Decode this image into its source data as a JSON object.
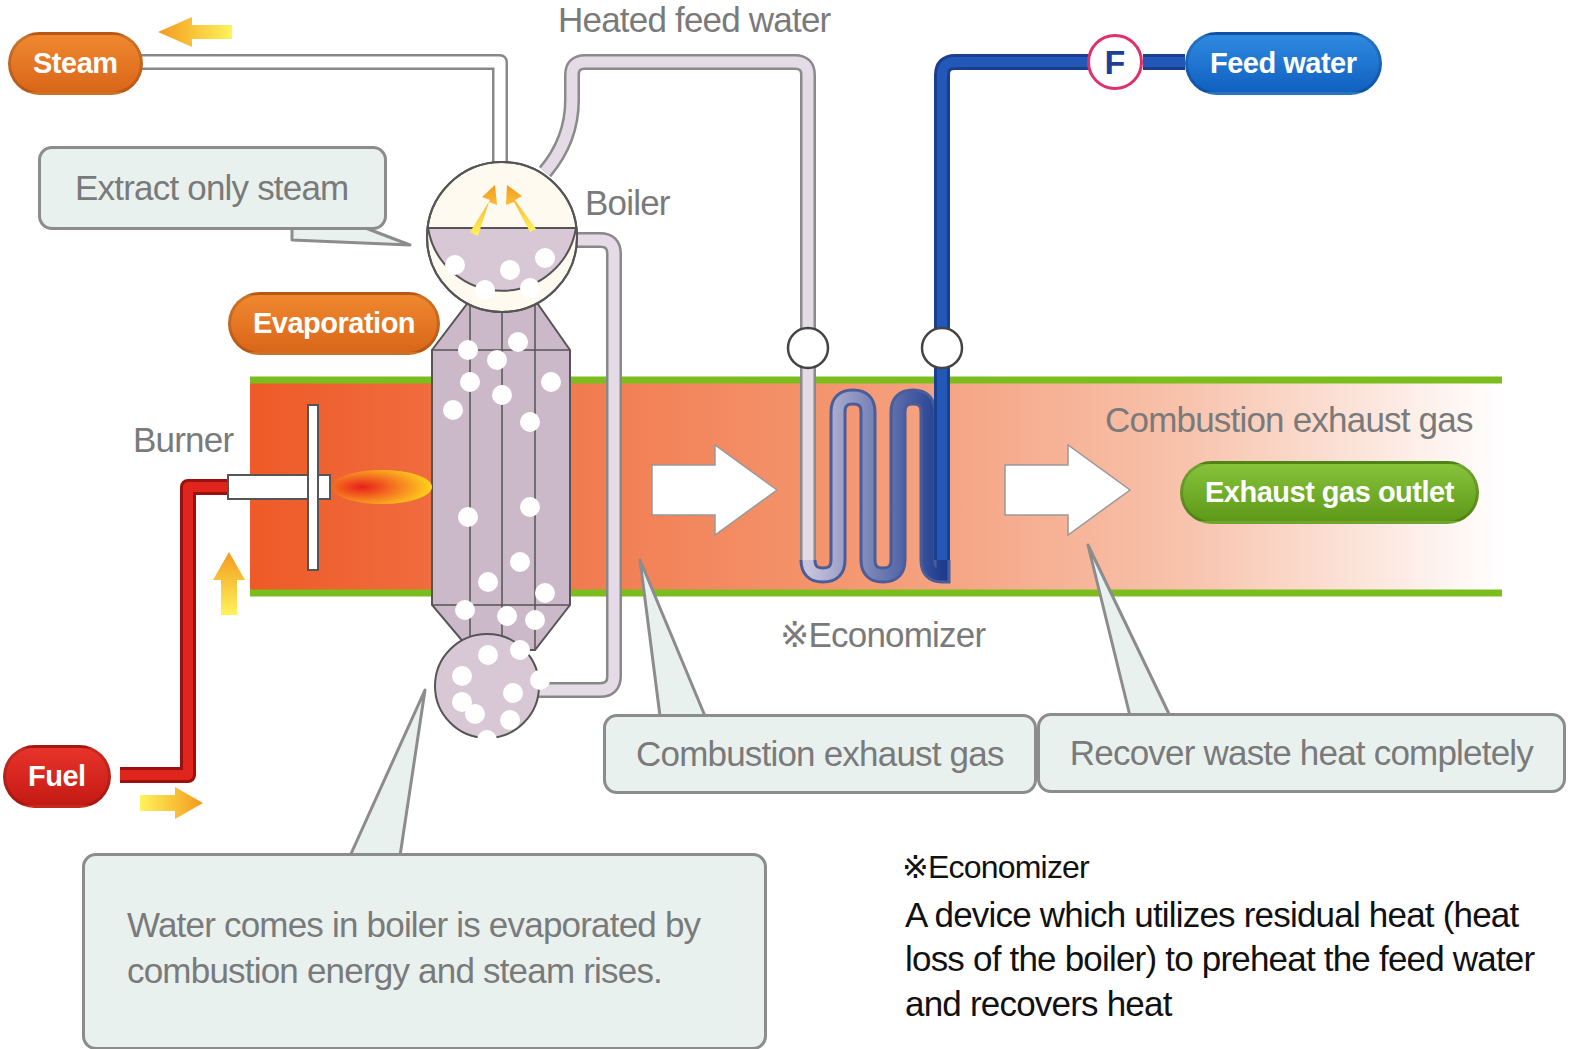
{
  "diagram": {
    "nodes": [
      {
        "text": [
          "Steam"
        ]
      },
      {
        "text": [
          "Feed water"
        ]
      },
      {
        "text": [
          "Extract only steam"
        ]
      },
      {
        "text": [
          "Evaporation"
        ]
      },
      {
        "text": [
          "Fuel"
        ]
      },
      {
        "text": [
          "Exhaust gas outlet"
        ]
      },
      {
        "text": [
          "Combustion exhaust gas"
        ]
      },
      {
        "text": [
          "Recover waste heat completely"
        ]
      },
      {
        "text": [
          "Water comes in boiler is evaporated by combustion energy and steam rises."
        ]
      },
      {
        "text": [
          "F"
        ]
      }
    ],
    "edges": [
      {
        "from": 9,
        "to": 1,
        "arrow": "none"
      }
    ],
    "labels": [
      "Heated feed water",
      "Boiler",
      "Burner",
      "Combustion exhaust gas",
      "※Economizer",
      "※Economizer",
      "A device which utilizes residual heat (heat loss of the boiler) to preheat the feed water and recovers heat"
    ]
  }
}
